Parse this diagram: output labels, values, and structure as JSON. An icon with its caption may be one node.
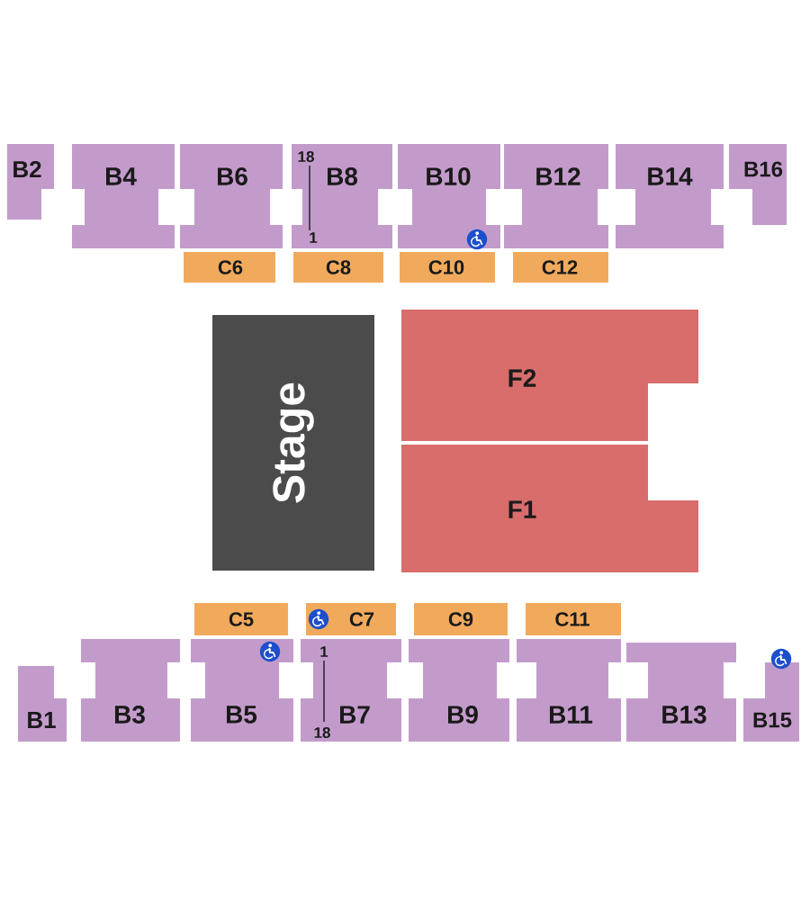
{
  "diagram": {
    "nodes": [
      {
        "text": [
          "B2"
        ]
      },
      {
        "text": [
          "B4"
        ]
      },
      {
        "text": [
          "B6"
        ]
      },
      {
        "text": [
          "B8"
        ]
      },
      {
        "text": [
          "B10"
        ]
      },
      {
        "text": [
          "B12"
        ]
      },
      {
        "text": [
          "B14"
        ]
      },
      {
        "text": [
          "B16"
        ]
      },
      {
        "text": [
          "C6"
        ]
      },
      {
        "text": [
          "C8"
        ]
      },
      {
        "text": [
          "C10"
        ]
      },
      {
        "text": [
          "C12"
        ]
      },
      {
        "text": [
          "Stage"
        ]
      },
      {
        "text": [
          "F2"
        ]
      },
      {
        "text": [
          "F1"
        ]
      },
      {
        "text": [
          "C5"
        ]
      },
      {
        "text": [
          "C7"
        ]
      },
      {
        "text": [
          "C9"
        ]
      },
      {
        "text": [
          "C11"
        ]
      },
      {
        "text": [
          "B1"
        ]
      },
      {
        "text": [
          "B3"
        ]
      },
      {
        "text": [
          "B5"
        ]
      },
      {
        "text": [
          "B7"
        ]
      },
      {
        "text": [
          "B9"
        ]
      },
      {
        "text": [
          "B11"
        ]
      },
      {
        "text": [
          "B13"
        ]
      },
      {
        "text": [
          "B15"
        ]
      }
    ],
    "labels": [
      "18",
      "1",
      "1",
      "18"
    ]
  }
}
